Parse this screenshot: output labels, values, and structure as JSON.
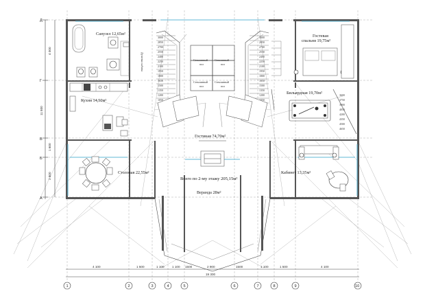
{
  "rooms": {
    "bathroom": "Санузел 12,65м²",
    "shower": "Душевая кабина",
    "guest_bedroom_line1": "Гостевая",
    "guest_bedroom_line2": "спальня 19,75м²",
    "kitchen": "Кухня 14,50м²",
    "billiard": "Бильярдная 19,70м²",
    "living": "Гостиная 74,70м²",
    "dining": "Столовая 22,55м²",
    "total": "Всего по 2-му этажу 205,15м²",
    "study": "Кабинет 13,35м²",
    "veranda": "Веранда 28м²"
  },
  "glass_floor": {
    "line1": "Стеклянный",
    "line2": "пол"
  },
  "stair_left_marks": [
    "3000",
    "2850",
    "2700",
    "2550",
    "2400",
    "2250",
    "2100",
    "1950",
    "1800",
    "1650",
    "1500",
    "1350",
    "1200",
    "1050",
    "900"
  ],
  "stair_right_marks": [
    "3000",
    "2850",
    "2700",
    "2550",
    "2400",
    "2250",
    "2100",
    "1950",
    "1800",
    "1650",
    "1500",
    "1350",
    "1200",
    "1050",
    "900"
  ],
  "billiard_marks": [
    "3600",
    "3750",
    "3900",
    "4050",
    "4200",
    "4350",
    "4500",
    "4650"
  ],
  "axes": {
    "rows": [
      "Д",
      "Г",
      "В",
      "Б",
      "А"
    ],
    "cols": [
      "1",
      "2",
      "3",
      "4",
      "5",
      "6",
      "7",
      "8",
      "9",
      "10"
    ]
  },
  "dims": {
    "left": [
      "4 000",
      "11 800",
      "1 600",
      "2 800"
    ],
    "bottom": [
      "4 100",
      "1 500",
      "1 100",
      "1 100",
      "1500",
      "2 900",
      "1500",
      "1 100",
      "1 500",
      "4 100"
    ],
    "total": "19 300"
  },
  "colors": {
    "line": "#444444",
    "glass": "#5fb7d6"
  }
}
